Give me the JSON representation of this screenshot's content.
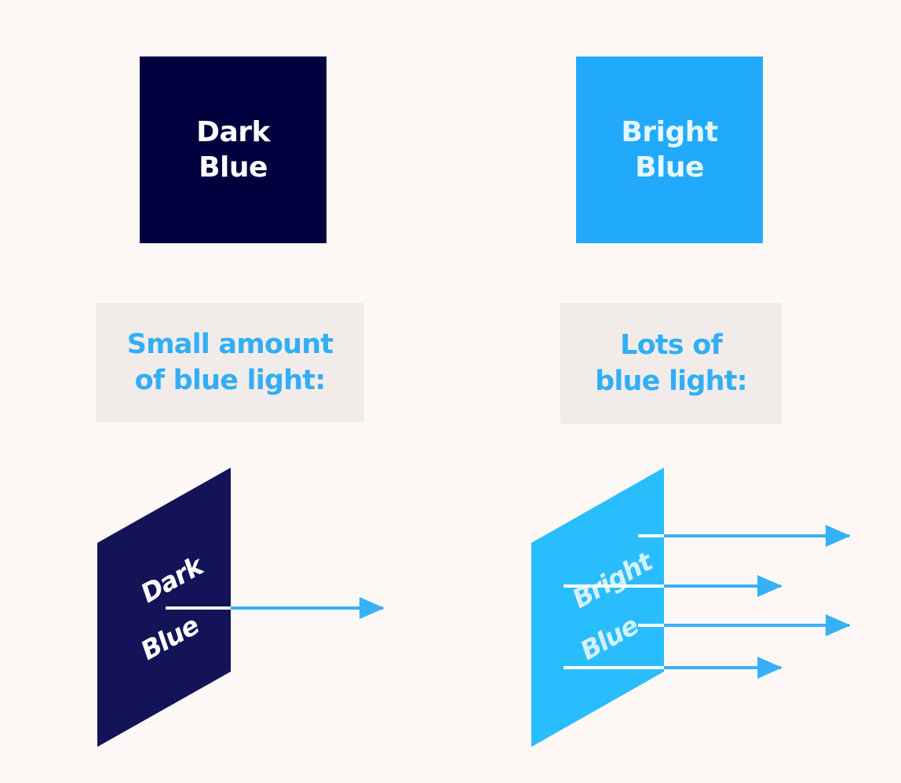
{
  "swatches": {
    "dark": {
      "line1": "Dark",
      "line2": "Blue",
      "color": "#00003f"
    },
    "bright": {
      "line1": "Bright",
      "line2": "Blue",
      "color": "#21aafc"
    }
  },
  "captions": {
    "left": {
      "line1": "Small amount",
      "line2": "of blue light:"
    },
    "right": {
      "line1": "Lots of",
      "line2": "blue light:"
    }
  },
  "panels": {
    "dark": {
      "line1": "Dark",
      "line2": "Blue",
      "color": "#131357"
    },
    "bright": {
      "line1": "Bright",
      "line2": "Blue",
      "color": "#2abdfd"
    }
  },
  "colors": {
    "background": "#fdf8f5",
    "caption_bg": "#f1ecea",
    "caption_text": "#32aef5",
    "arrow": "#36b1f7"
  }
}
